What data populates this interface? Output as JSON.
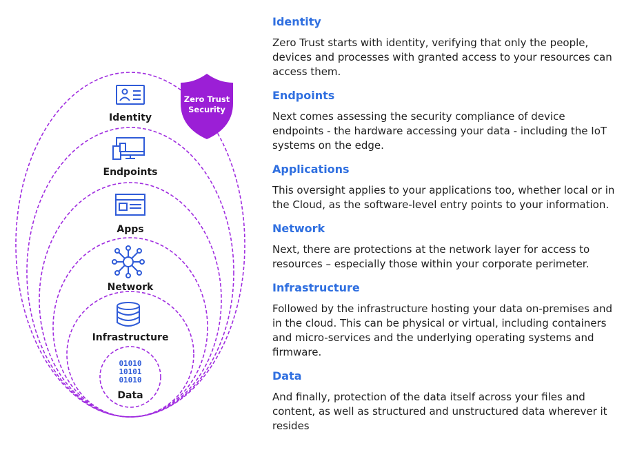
{
  "badge": {
    "line1": "Zero Trust",
    "line2": "Security"
  },
  "layers": [
    {
      "label": "Identity",
      "icon": "id-card-icon"
    },
    {
      "label": "Endpoints",
      "icon": "devices-icon"
    },
    {
      "label": "Apps",
      "icon": "app-window-icon"
    },
    {
      "label": "Network",
      "icon": "network-hub-icon"
    },
    {
      "label": "Infrastructure",
      "icon": "database-icon"
    },
    {
      "label": "Data",
      "icon": "binary-data-icon",
      "bits": [
        "01010",
        "10101",
        "01010"
      ]
    }
  ],
  "sections": [
    {
      "heading": "Identity",
      "body": "Zero Trust starts with identity, verifying that only the people, devices and processes with granted access to your resources can access them."
    },
    {
      "heading": "Endpoints",
      "body": "Next comes assessing the security compliance of device endpoints - the hardware accessing your data - including the IoT systems on the edge."
    },
    {
      "heading": "Applications",
      "body": "This oversight applies to your applications too, whether local or in the Cloud, as the software-level entry points to your information."
    },
    {
      "heading": "Network",
      "body": "Next, there are protections at the network layer for access to resources – especially those within your corporate perimeter."
    },
    {
      "heading": "Infrastructure",
      "body": "Followed by the infrastructure hosting your data on-premises and in the cloud. This can be physical or virtual, including containers and micro-services and the underlying operating systems and firmware."
    },
    {
      "heading": "Data",
      "body": "And finally, protection of the data itself across your files and content, as well as structured and unstructured data wherever it resides"
    }
  ],
  "colors": {
    "ring": "#a02de0",
    "shield": "#9b1fd6",
    "icon": "#2f5bd8",
    "heading": "#2f6fe0"
  }
}
